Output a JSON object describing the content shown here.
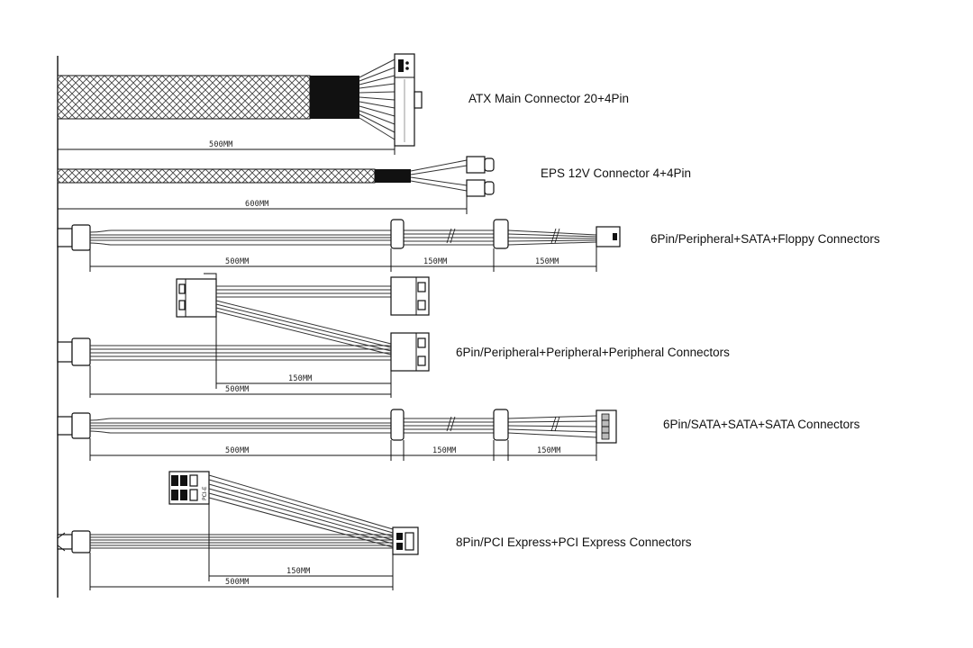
{
  "cables": [
    {
      "label": "ATX Main Connector 20+4Pin",
      "dims": [
        "500MM"
      ]
    },
    {
      "label": "EPS 12V Connector 4+4Pin",
      "dims": [
        "600MM"
      ]
    },
    {
      "label": "6Pin/Peripheral+SATA+Floppy Connectors",
      "dims": [
        "500MM",
        "150MM",
        "150MM"
      ]
    },
    {
      "label": "6Pin/Peripheral+Peripheral+Peripheral Connectors",
      "dims": [
        "150MM",
        "500MM"
      ]
    },
    {
      "label": "6Pin/SATA+SATA+SATA Connectors",
      "dims": [
        "500MM",
        "150MM",
        "150MM"
      ]
    },
    {
      "label": "8Pin/PCI Express+PCI Express Connectors",
      "dims": [
        "150MM",
        "500MM"
      ],
      "connector_mark": "PCI-E"
    }
  ]
}
